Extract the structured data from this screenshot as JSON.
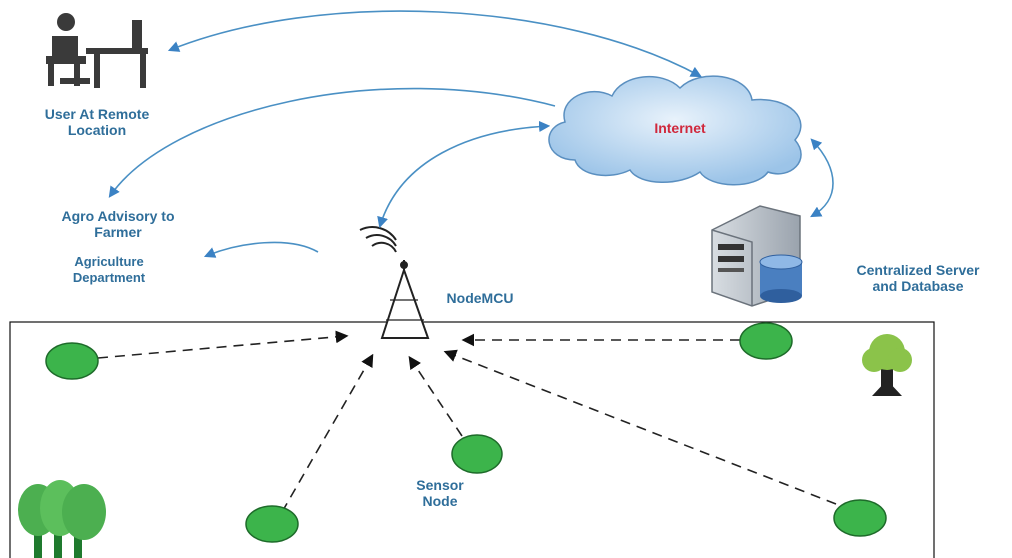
{
  "labels": {
    "user_remote_line1": "User At Remote",
    "user_remote_line2": "Location",
    "internet": "Internet",
    "agro_line1": "Agro Advisory to",
    "agro_line2": "Farmer",
    "agri_line1": "Agriculture",
    "agri_line2": "Department",
    "nodemcu": "NodeMCU",
    "server_line1": "Centralized Server",
    "server_line2": "and Database",
    "sensor_line1": "Sensor",
    "sensor_line2": "Node"
  },
  "icons": [
    "user-at-computer-icon",
    "cloud-icon",
    "wifi-tower-icon",
    "server-database-icon",
    "tree-icon",
    "sensor-node-icon"
  ],
  "colors": {
    "label": "#2f6e9a",
    "internet_label": "#d0283c",
    "arrow": "#4a90c4",
    "sensor_fill": "#3cb44b",
    "cloud_fill": "#bcd8f2",
    "tree_green": "#4caf50"
  }
}
